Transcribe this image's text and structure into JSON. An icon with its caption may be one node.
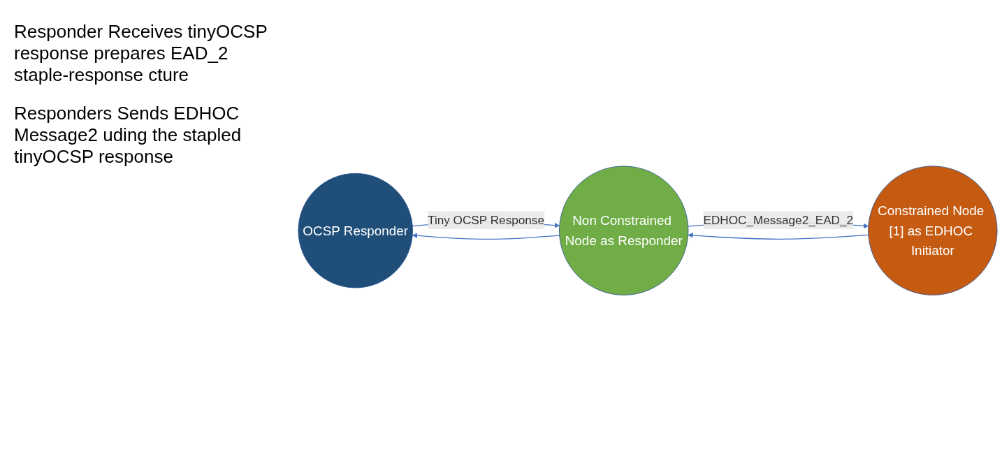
{
  "diagram": {
    "nodes": [
      {
        "text": [
          "OCSP Responder"
        ]
      },
      {
        "text": [
          "Constrained Node [1] as EDHOC Initiator"
        ]
      },
      {
        "text": [
          "Non Constrained Node as Responder"
        ]
      }
    ],
    "edges": [
      {
        "from": 1,
        "to": 2,
        "arrow": "to"
      },
      {
        "from": 2,
        "to": 1,
        "arrow": "to",
        "label": "EDHOC_Message2_EAD_2"
      },
      {
        "from": 2,
        "to": 0,
        "arrow": "to"
      },
      {
        "from": 0,
        "to": 2,
        "arrow": "to",
        "label": "Tiny OCSP Response"
      }
    ],
    "labels": [
      "Responder Receives tinyOCSP response prepares EAD_2 staple-response cture",
      "Responders Sends EDHOC Message2 uding the stapled tinyOCSP response"
    ]
  }
}
